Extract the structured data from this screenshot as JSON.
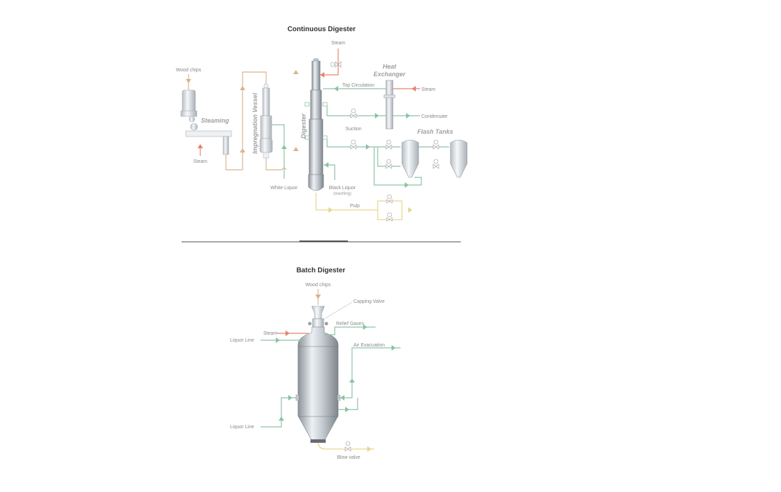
{
  "colors": {
    "wood": "#d8b48f",
    "steam": "#e8826a",
    "liquor": "#8cc2a5",
    "pulp": "#e6d68a",
    "vessel_dark": "#8e959c",
    "vessel_light": "#e6eaee",
    "text": "#888888",
    "title": "#333333"
  },
  "continuous": {
    "title": "Continuous Digester",
    "labels": {
      "wood_chips": "Wood chips",
      "steaming": "Steaming",
      "steam_bottom": "Steam",
      "impregnation_vessel": "Impregnation Vessel",
      "digester": "Digester",
      "steam_top": "Steam",
      "heat_exchanger_1": "Heat",
      "heat_exchanger_2": "Exchanger",
      "top_circulation": "Top Circulation",
      "steam_hx": "Steam",
      "condensate": "Condensate",
      "suction": "Suction",
      "flash_tanks": "Flash Tanks",
      "white_liquor": "White Liquor",
      "black_liquor": "Black Liquor",
      "washing": "(washing)",
      "pulp": "Pulp"
    }
  },
  "batch": {
    "title": "Batch Digester",
    "labels": {
      "wood_chips": "Wood chips",
      "capping_valve": "Capping Valve",
      "relief_gases": "Relief Gases",
      "steam": "Steam",
      "liquor_line_top": "Liquor Line",
      "air_evacuation": "Air Evacuation",
      "liquor_line_bottom": "Liquor Line",
      "blow_valve": "Blow valve"
    }
  }
}
